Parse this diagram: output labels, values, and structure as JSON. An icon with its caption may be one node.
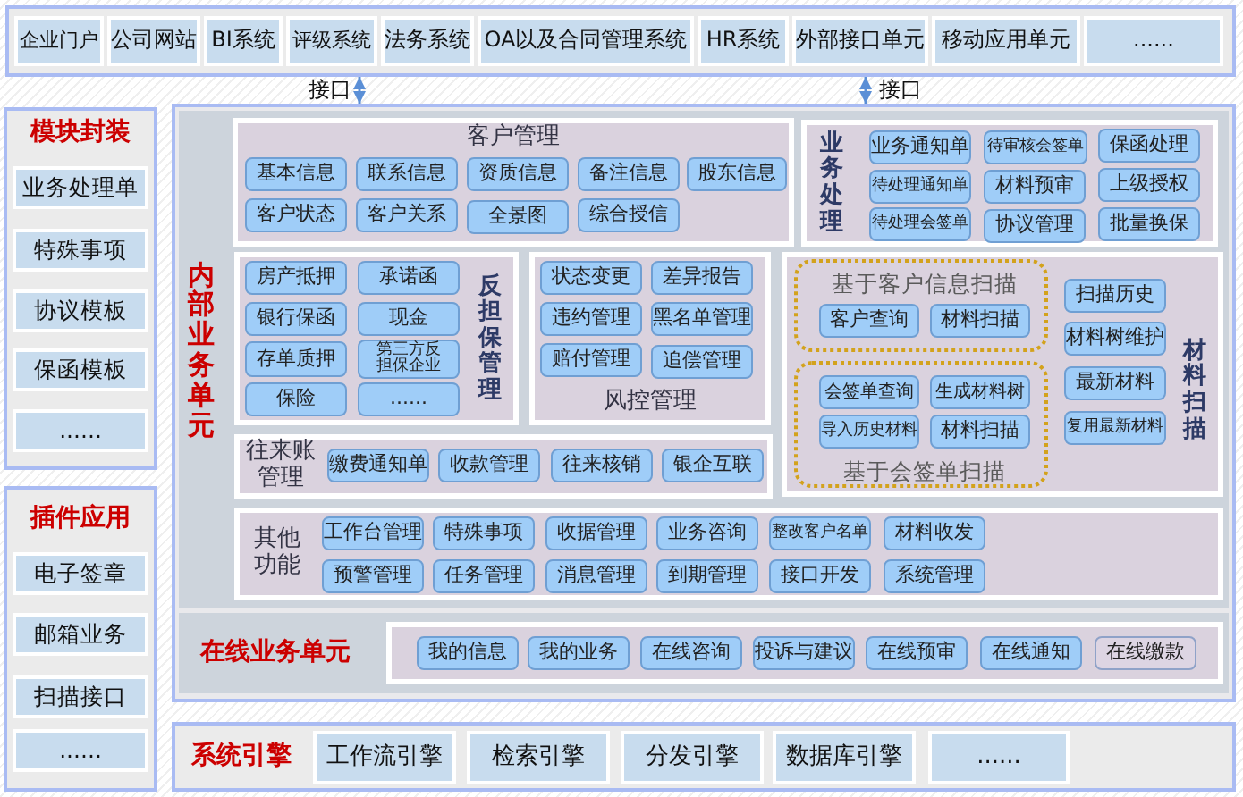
{
  "diagram": {
    "nodes": [
      {
        "text": [],
        "shape": "box"
      },
      {
        "text": [
          "企业门户"
        ],
        "in": 0
      },
      {
        "text": [
          "公司网站"
        ],
        "in": 0
      },
      {
        "text": [
          "BI系统"
        ],
        "in": 0
      },
      {
        "text": [
          "评级系统"
        ],
        "in": 0
      },
      {
        "text": [
          "法务系统"
        ],
        "in": 0
      },
      {
        "text": [
          "OA以及合同管理系统"
        ],
        "in": 0
      },
      {
        "text": [
          "HR系统"
        ],
        "in": 0
      },
      {
        "text": [
          "外部接口单元"
        ],
        "in": 0
      },
      {
        "text": [
          "移动应用单元"
        ],
        "in": 0
      },
      {
        "text": [
          "......"
        ],
        "in": 0
      },
      {
        "text": [
          "模块封装"
        ]
      },
      {
        "text": [
          "业务处理单"
        ],
        "in": 11
      },
      {
        "text": [
          "特殊事项"
        ],
        "in": 11
      },
      {
        "text": [
          "协议模板"
        ],
        "in": 11
      },
      {
        "text": [
          "保函模板"
        ],
        "in": 11
      },
      {
        "text": [
          "......"
        ],
        "in": 11
      },
      {
        "text": [
          "插件应用"
        ]
      },
      {
        "text": [
          "电子签章"
        ],
        "in": 17
      },
      {
        "text": [
          "邮箱业务"
        ],
        "in": 17
      },
      {
        "text": [
          "扫描接口"
        ],
        "in": 17
      },
      {
        "text": [
          "......"
        ],
        "in": 17
      },
      {
        "text": [],
        "shape": "box"
      },
      {
        "text": [
          "内部业务单元"
        ],
        "in": 22
      },
      {
        "text": [
          "客户管理"
        ],
        "in": 23
      },
      {
        "text": [
          "基本信息"
        ],
        "in": 24
      },
      {
        "text": [
          "联系信息"
        ],
        "in": 24
      },
      {
        "text": [
          "资质信息"
        ],
        "in": 24
      },
      {
        "text": [
          "备注信息"
        ],
        "in": 24
      },
      {
        "text": [
          "股东信息"
        ],
        "in": 24
      },
      {
        "text": [
          "客户状态"
        ],
        "in": 24
      },
      {
        "text": [
          "客户关系"
        ],
        "in": 24
      },
      {
        "text": [
          "全景图"
        ],
        "in": 24
      },
      {
        "text": [
          "综合授信"
        ],
        "in": 24
      },
      {
        "text": [
          "业务处理"
        ],
        "in": 23
      },
      {
        "text": [
          "业务通知单"
        ],
        "in": 34
      },
      {
        "text": [
          "待审核会签单"
        ],
        "in": 34
      },
      {
        "text": [
          "保函处理"
        ],
        "in": 34
      },
      {
        "text": [
          "待处理通知单"
        ],
        "in": 34
      },
      {
        "text": [
          "材料预审"
        ],
        "in": 34
      },
      {
        "text": [
          "上级授权"
        ],
        "in": 34
      },
      {
        "text": [
          "待处理会签单"
        ],
        "in": 34
      },
      {
        "text": [
          "协议管理"
        ],
        "in": 34
      },
      {
        "text": [
          "批量换保"
        ],
        "in": 34
      },
      {
        "text": [
          "反担保管理"
        ],
        "in": 23
      },
      {
        "text": [
          "房产抵押"
        ],
        "in": 44
      },
      {
        "text": [
          "承诺函"
        ],
        "in": 44
      },
      {
        "text": [
          "银行保函"
        ],
        "in": 44
      },
      {
        "text": [
          "现金"
        ],
        "in": 44
      },
      {
        "text": [
          "存单质押"
        ],
        "in": 44
      },
      {
        "text": [
          "第三方反担保企业"
        ],
        "in": 44
      },
      {
        "text": [
          "保险"
        ],
        "in": 44
      },
      {
        "text": [
          "......"
        ],
        "in": 44
      },
      {
        "text": [
          "风控管理"
        ],
        "in": 23
      },
      {
        "text": [
          "状态变更"
        ],
        "in": 53
      },
      {
        "text": [
          "差异报告"
        ],
        "in": 53
      },
      {
        "text": [
          "违约管理"
        ],
        "in": 53
      },
      {
        "text": [
          "黑名单管理"
        ],
        "in": 53
      },
      {
        "text": [
          "赔付管理"
        ],
        "in": 53
      },
      {
        "text": [
          "追偿管理"
        ],
        "in": 53
      },
      {
        "text": [
          "材料扫描"
        ],
        "in": 23
      },
      {
        "text": [
          "基于客户信息扫描"
        ],
        "in": 60
      },
      {
        "text": [
          "客户查询"
        ],
        "in": 61
      },
      {
        "text": [
          "材料扫描"
        ],
        "in": 61
      },
      {
        "text": [
          "基于会签单扫描"
        ],
        "in": 60
      },
      {
        "text": [
          "会签单查询"
        ],
        "in": 64
      },
      {
        "text": [
          "生成材料树"
        ],
        "in": 64
      },
      {
        "text": [
          "导入历史材料"
        ],
        "in": 64
      },
      {
        "text": [
          "材料扫描"
        ],
        "in": 64
      },
      {
        "text": [
          "扫描历史"
        ],
        "in": 60
      },
      {
        "text": [
          "材料树维护"
        ],
        "in": 60
      },
      {
        "text": [
          "最新材料"
        ],
        "in": 60
      },
      {
        "text": [
          "复用最新材料"
        ],
        "in": 60
      },
      {
        "text": [
          "往来账管理"
        ],
        "in": 23
      },
      {
        "text": [
          "缴费通知单"
        ],
        "in": 73
      },
      {
        "text": [
          "收款管理"
        ],
        "in": 73
      },
      {
        "text": [
          "往来核销"
        ],
        "in": 73
      },
      {
        "text": [
          "银企互联"
        ],
        "in": 73
      },
      {
        "text": [
          "其他功能"
        ],
        "in": 23
      },
      {
        "text": [
          "工作台管理"
        ],
        "in": 78
      },
      {
        "text": [
          "特殊事项"
        ],
        "in": 78
      },
      {
        "text": [
          "收据管理"
        ],
        "in": 78
      },
      {
        "text": [
          "业务咨询"
        ],
        "in": 78
      },
      {
        "text": [
          "整改客户名单"
        ],
        "in": 78
      },
      {
        "text": [
          "材料收发"
        ],
        "in": 78
      },
      {
        "text": [
          "预警管理"
        ],
        "in": 78
      },
      {
        "text": [
          "任务管理"
        ],
        "in": 78
      },
      {
        "text": [
          "消息管理"
        ],
        "in": 78
      },
      {
        "text": [
          "到期管理"
        ],
        "in": 78
      },
      {
        "text": [
          "接口开发"
        ],
        "in": 78
      },
      {
        "text": [
          "系统管理"
        ],
        "in": 78
      },
      {
        "text": [
          "在线业务单元"
        ],
        "in": 22
      },
      {
        "text": [],
        "shape": "box",
        "in": 91
      },
      {
        "text": [
          "我的信息"
        ],
        "in": 92
      },
      {
        "text": [
          "我的业务"
        ],
        "in": 92
      },
      {
        "text": [
          "在线咨询"
        ],
        "in": 92
      },
      {
        "text": [
          "投诉与建议"
        ],
        "in": 92
      },
      {
        "text": [
          "在线预审"
        ],
        "in": 92
      },
      {
        "text": [
          "在线通知"
        ],
        "in": 92
      },
      {
        "text": [
          "在线缴款"
        ],
        "in": 92
      },
      {
        "text": [
          "系统引擎"
        ]
      },
      {
        "text": [
          "工作流引擎"
        ],
        "in": 100
      },
      {
        "text": [
          "检索引擎"
        ],
        "in": 100
      },
      {
        "text": [
          "分发引擎"
        ],
        "in": 100
      },
      {
        "text": [
          "数据库引擎"
        ],
        "in": 100
      },
      {
        "text": [
          "......"
        ],
        "in": 100
      }
    ],
    "edges": [
      {
        "from": 0,
        "to": 22,
        "arrow": "both",
        "label": "接口"
      },
      {
        "from": 0,
        "to": 22,
        "arrow": "both",
        "label": "接口"
      }
    ]
  }
}
